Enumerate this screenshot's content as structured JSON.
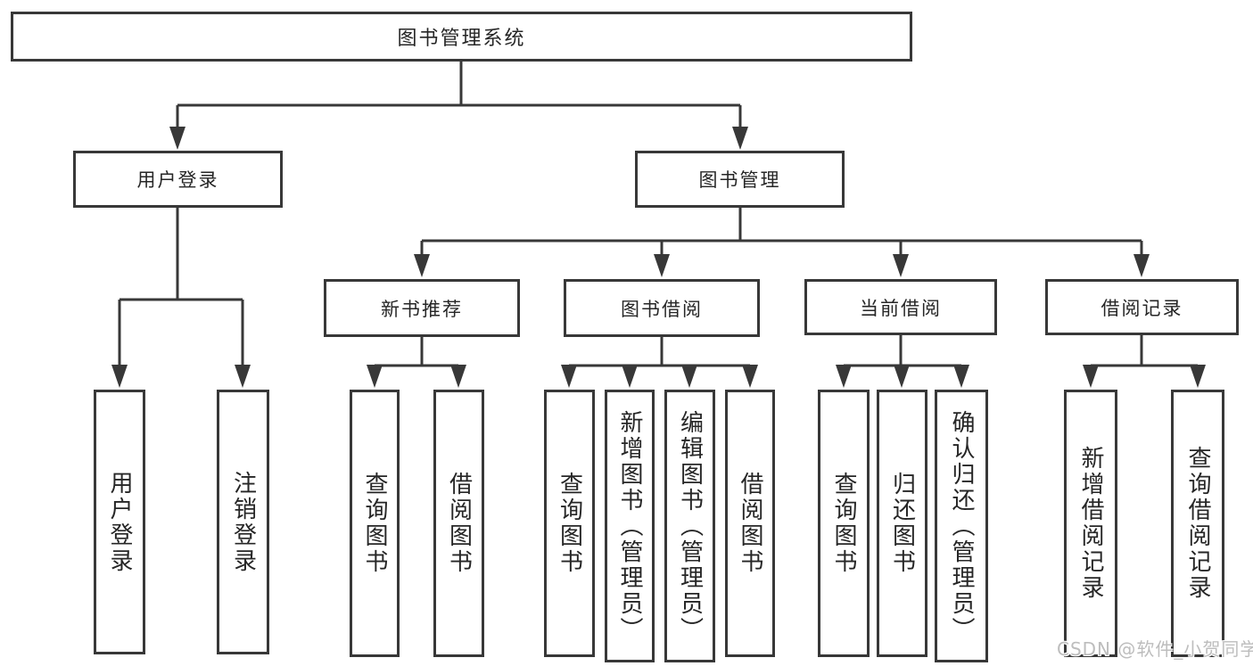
{
  "tree": {
    "root": {
      "label": "图书管理系统"
    },
    "branches": [
      {
        "label": "用户登录",
        "leaves": [
          {
            "label": "用户登录"
          },
          {
            "label": "注销登录"
          }
        ]
      },
      {
        "label": "图书管理",
        "groups": [
          {
            "label": "新书推荐",
            "leaves": [
              {
                "label": "查询图书"
              },
              {
                "label": "借阅图书"
              }
            ]
          },
          {
            "label": "图书借阅",
            "leaves": [
              {
                "label": "查询图书"
              },
              {
                "label": "新增图书（管理员）"
              },
              {
                "label": "编辑图书（管理员）"
              },
              {
                "label": "借阅图书"
              }
            ]
          },
          {
            "label": "当前借阅",
            "leaves": [
              {
                "label": "查询图书"
              },
              {
                "label": "归还图书"
              },
              {
                "label": "确认归还（管理员）"
              }
            ]
          },
          {
            "label": "借阅记录",
            "leaves": [
              {
                "label": "新增借阅记录"
              },
              {
                "label": "查询借阅记录"
              }
            ]
          }
        ]
      }
    ]
  },
  "watermark": {
    "text": "CSDN @软件_小贺同学"
  },
  "colors": {
    "line": "#383838",
    "text": "#262626",
    "background": "#ffffff",
    "watermark": "#bdbdbd"
  }
}
